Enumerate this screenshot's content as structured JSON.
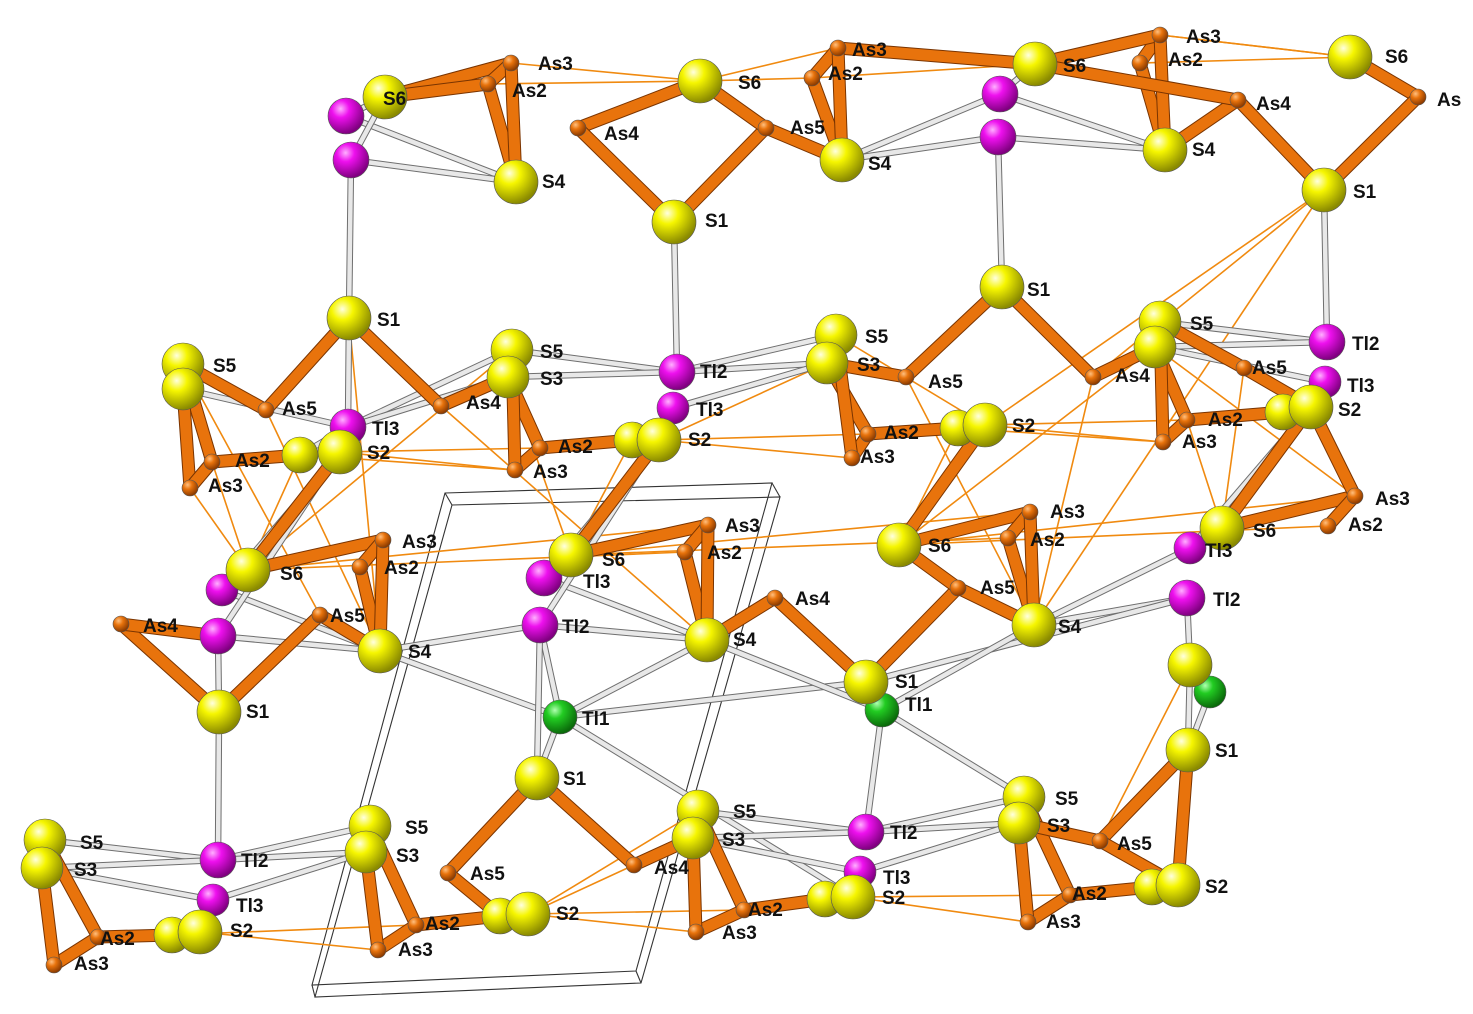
{
  "colors": {
    "S": "#f4f400",
    "As": "#e8730c",
    "Tl_pink": "#ee10ee",
    "Tl_green": "#22cc22",
    "bond_as": "#e8730c",
    "bond_tl": "#e8e8e8",
    "contact": "#f08a10"
  },
  "labels": {
    "S1": "S1",
    "S2": "S2",
    "S3": "S3",
    "S4": "S4",
    "S5": "S5",
    "S6": "S6",
    "As2": "As2",
    "As3": "As3",
    "As4": "As4",
    "As5": "As5",
    "As_cut": "As",
    "Tl1": "Tl1",
    "Tl2": "Tl2",
    "Tl3": "Tl3"
  }
}
